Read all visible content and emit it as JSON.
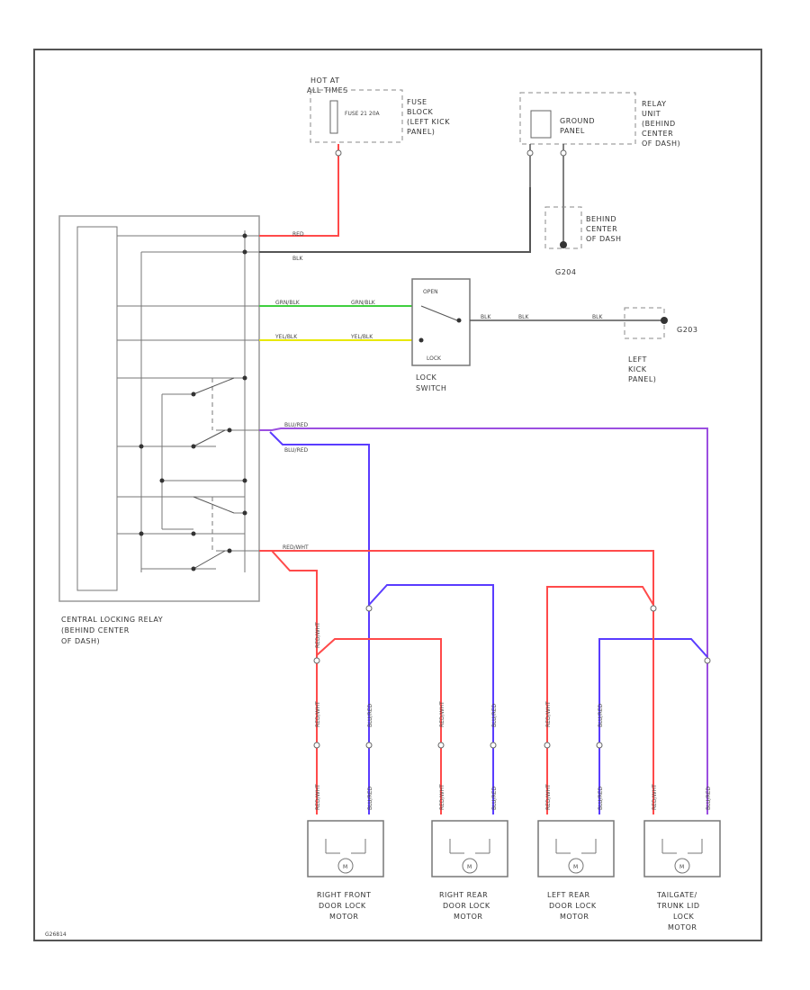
{
  "labels": {
    "hot_at": "HOT AT",
    "all_times": "ALL TIMES",
    "fuse_text": "FUSE 21 20A",
    "fuse_block": [
      "FUSE",
      "BLOCK",
      "(LEFT KICK",
      "PANEL)"
    ],
    "relay_unit": [
      "RELAY",
      "UNIT",
      "(BEHIND",
      "CENTER",
      "OF DASH)"
    ],
    "ground_panel": [
      "GROUND",
      "PANEL"
    ],
    "behind_center": [
      "BEHIND",
      "CENTER",
      "OF DASH"
    ],
    "g204": "G204",
    "g203": "G203",
    "left_kick": [
      "LEFT",
      "KICK",
      "PANEL)"
    ],
    "open": "OPEN",
    "lock": "LOCK",
    "lock_switch": [
      "LOCK",
      "SWITCH"
    ],
    "central_relay": [
      "CENTRAL LOCKING RELAY",
      "(BEHIND CENTER",
      "OF DASH)"
    ],
    "m1": [
      "RIGHT FRONT",
      "DOOR LOCK",
      "MOTOR"
    ],
    "m2": [
      "RIGHT REAR",
      "DOOR LOCK",
      "MOTOR"
    ],
    "m3": [
      "LEFT REAR",
      "DOOR LOCK",
      "MOTOR"
    ],
    "m4": [
      "TAILGATE/",
      "TRUNK LID",
      "LOCK",
      "MOTOR"
    ],
    "motor_symbol": "M",
    "ref_code": "G26814"
  },
  "wires": {
    "red": "RED",
    "blk": "BLK",
    "grn_blk": "GRN/BLK",
    "yel_blk": "YEL/BLK",
    "blu_red": "BLU/RED",
    "red_whi": "RED/WHT"
  },
  "colors": {
    "red": "#ff4a4a",
    "blue": "#5a3cff",
    "purple": "#9b4fe0",
    "green": "#3fcf3f",
    "yellow": "#e8e800",
    "black": "#444444"
  }
}
